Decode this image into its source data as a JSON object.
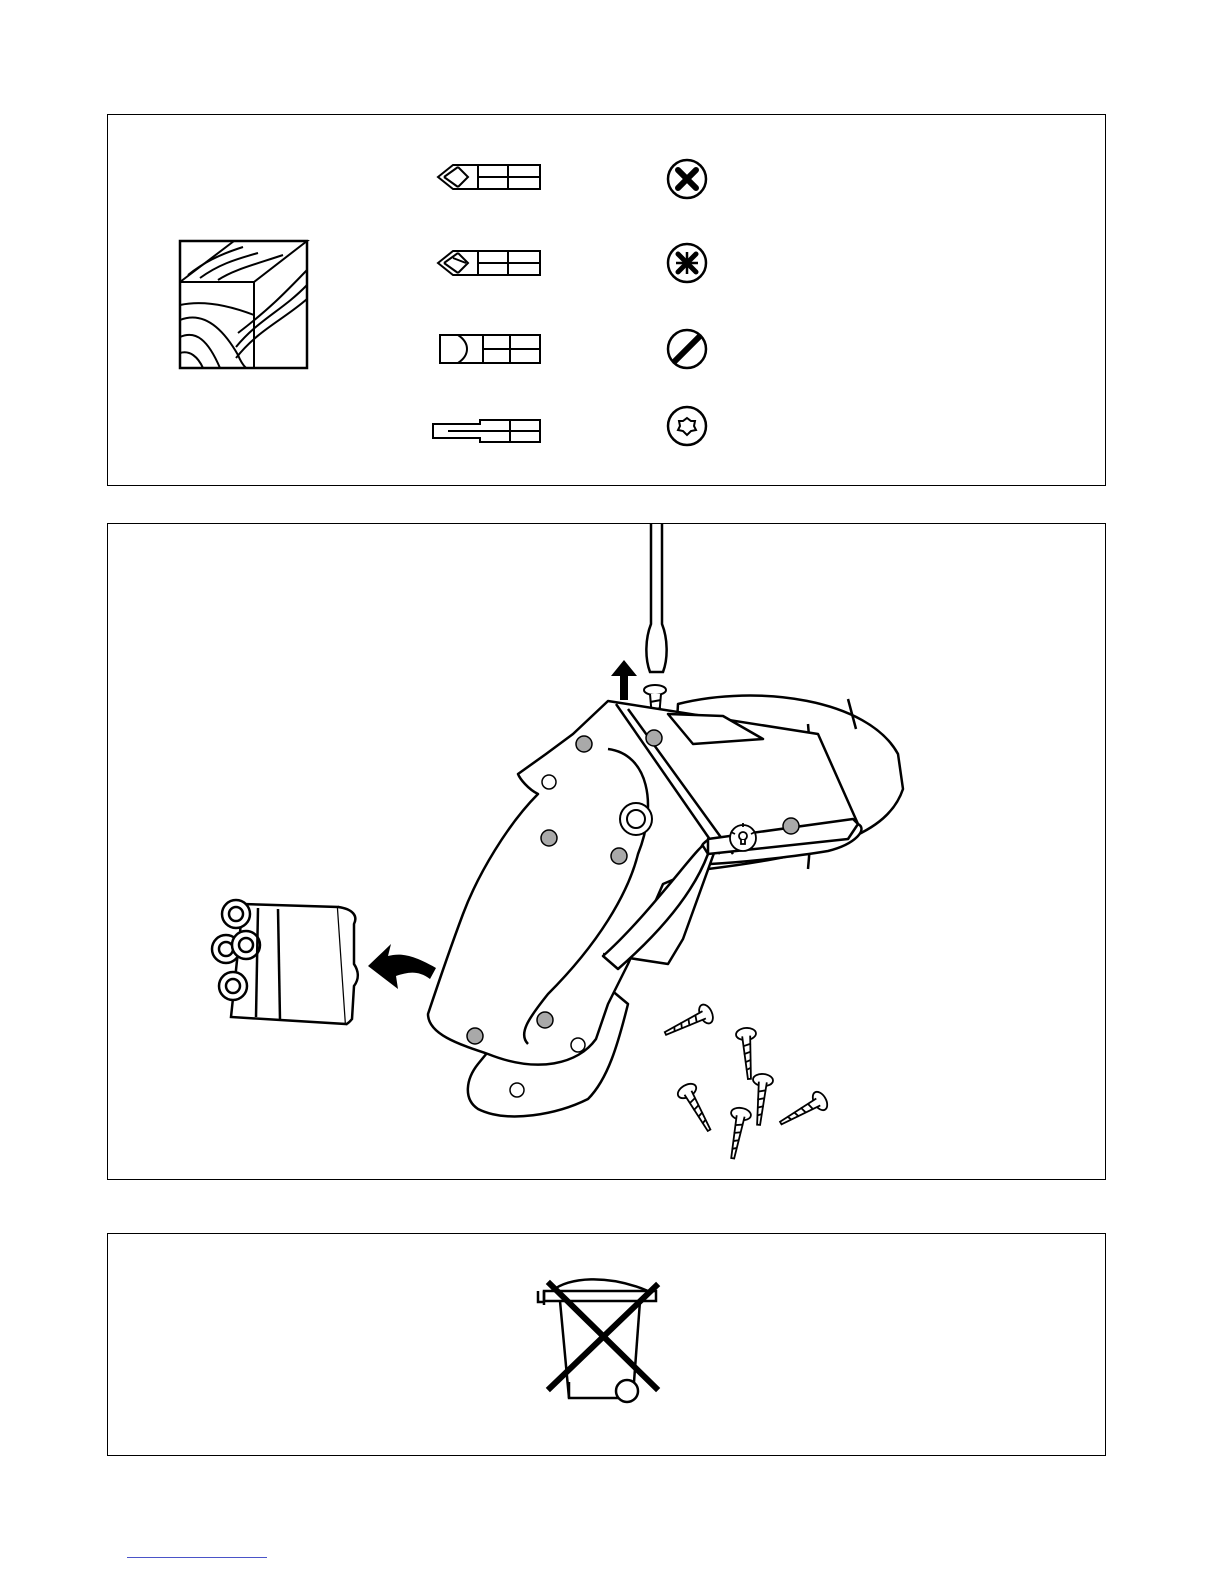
{
  "page": {
    "description_free": true
  },
  "panels": {
    "bits": {
      "rows": [
        {
          "bit": "phillips-bit",
          "head": "phillips-screw-head"
        },
        {
          "bit": "pozidriv-bit",
          "head": "pozidriv-screw-head"
        },
        {
          "bit": "slotted-bit",
          "head": "slotted-screw-head"
        },
        {
          "bit": "torx-bit",
          "head": "torx-screw-head"
        }
      ]
    },
    "disassembly": {
      "loose_screws": 6
    },
    "disposal": {
      "symbol": "crossed-out-wheelie-bin-icon"
    }
  },
  "colors": {
    "line": "#000000",
    "screw_dot": "#a9a9a9",
    "footer_line": "#4a54c8"
  }
}
